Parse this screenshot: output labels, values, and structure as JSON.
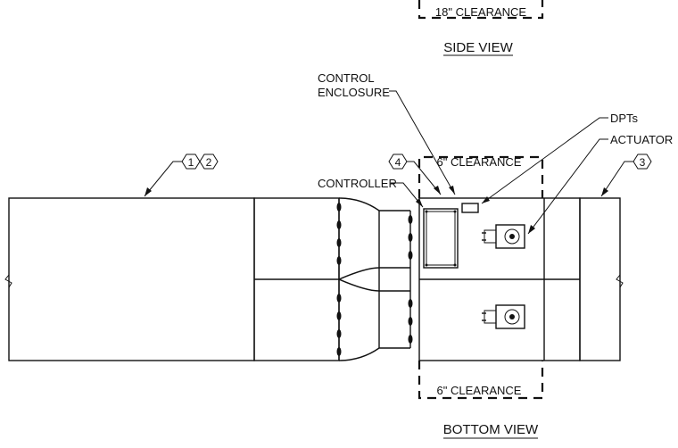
{
  "labels": {
    "top_clearance": "18\" CLEARANCE",
    "side_view": "SIDE VIEW",
    "control_enclosure_line1": "CONTROL",
    "control_enclosure_line2": "ENCLOSURE",
    "dpts": "DPTs",
    "actuator": "ACTUATOR",
    "controller": "CONTROLLER",
    "upper_clearance": "6\" CLEARANCE",
    "lower_clearance": "6\" CLEARANCE",
    "bottom_view": "BOTTOM VIEW"
  },
  "tags": {
    "tag1": "1",
    "tag2": "2",
    "tag3": "3",
    "tag4": "4"
  }
}
